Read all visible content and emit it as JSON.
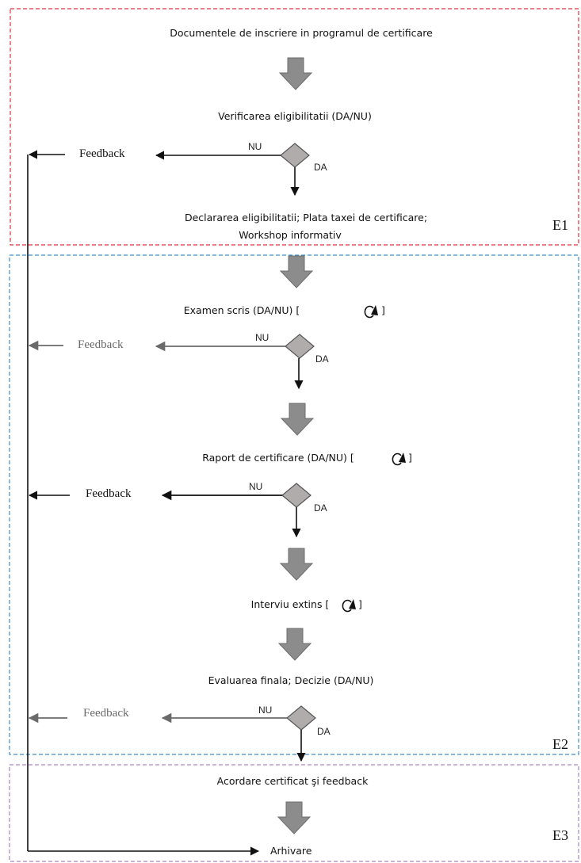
{
  "zones": {
    "e1": "E1",
    "e2": "E2",
    "e3": "E3"
  },
  "steps": {
    "documents": "Documentele de inscriere in programul de certificare",
    "eligibility_check": "Verificarea eligibilitatii  (DA/NU)",
    "declaration_line1": "Declararea eligibilitatii;  Plata taxei de certificare;",
    "declaration_line2": "Workshop informativ",
    "written_exam": "Examen scris (DA/NU) [",
    "certification_report": "Raport de certificare (DA/NU) [",
    "extended_interview": "Interviu extins [",
    "final_evaluation": "Evaluarea finala; Decizie  (DA/NU)",
    "award": "Acordare certificat şi feedback",
    "archive": "Arhivare"
  },
  "bracket_close": "]",
  "feedback_label": "Feedback",
  "decision": {
    "no": "NU",
    "yes": "DA"
  },
  "colors": {
    "zone_e1": "#e0343a",
    "zone_e2": "#3f8fd0",
    "zone_e3": "#a685c4",
    "block_arrow": "#8c8c8c",
    "diamond": "#b0acac",
    "feedback_black": "#111111",
    "feedback_gray": "#6a6a6a"
  },
  "icons": {
    "retry": "circular-arrow-icon"
  }
}
